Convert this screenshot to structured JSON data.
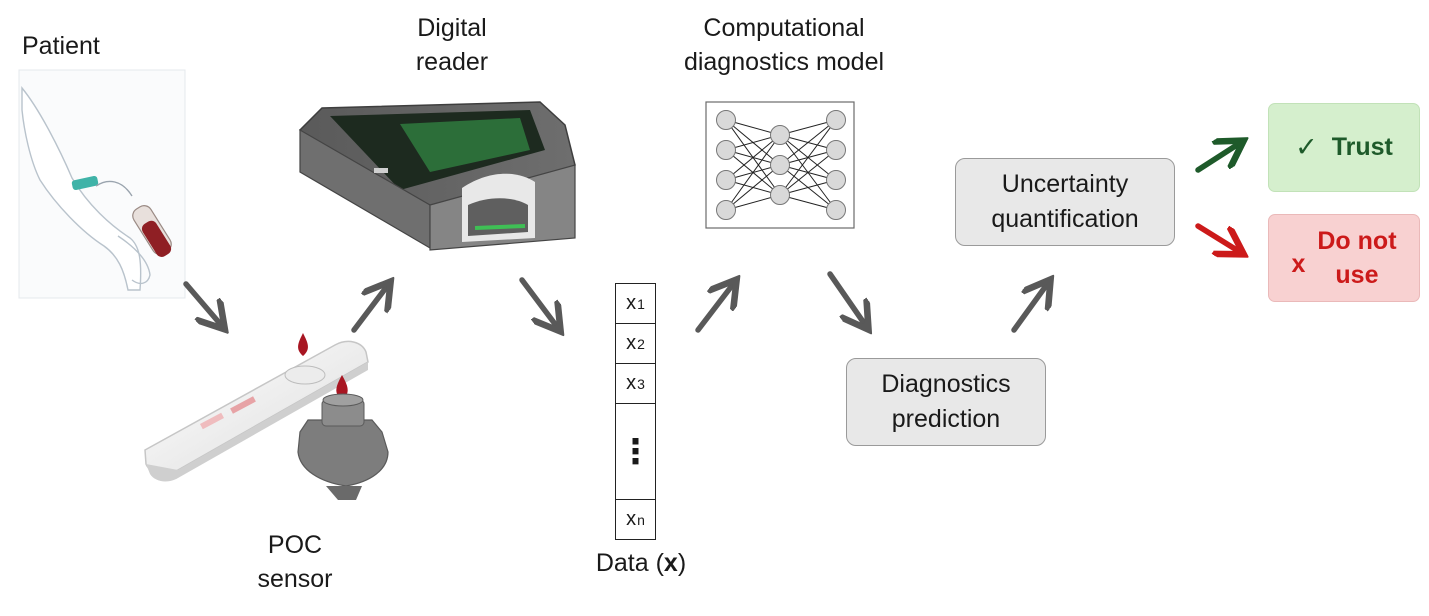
{
  "labels": {
    "patient": "Patient",
    "digital_reader_line1": "Digital",
    "digital_reader_line2": "reader",
    "model_line1": "Computational",
    "model_line2": "diagnostics model",
    "poc_line1": "POC",
    "poc_line2": "sensor",
    "data_prefix": "Data (",
    "data_symbol": "x",
    "data_suffix": ")"
  },
  "boxes": {
    "uncertainty_line1": "Uncertainty",
    "uncertainty_line2": "quantification",
    "prediction_line1": "Diagnostics",
    "prediction_line2": "prediction"
  },
  "outcomes": {
    "trust_mark": "✓",
    "trust_label": "Trust",
    "nouse_mark": "x",
    "nouse_line1": "Do not",
    "nouse_line2": "use"
  },
  "vector": {
    "base": "x",
    "subs": [
      "1",
      "2",
      "3",
      "n"
    ],
    "ellipsis": "⋮"
  },
  "colors": {
    "arrow": "#595959",
    "trust_arrow": "#1e5a2a",
    "nouse_arrow": "#cc1a1a",
    "trust_bg": "#d5efcd",
    "nouse_bg": "#f8d1d1",
    "box_bg": "#e8e8e8"
  }
}
